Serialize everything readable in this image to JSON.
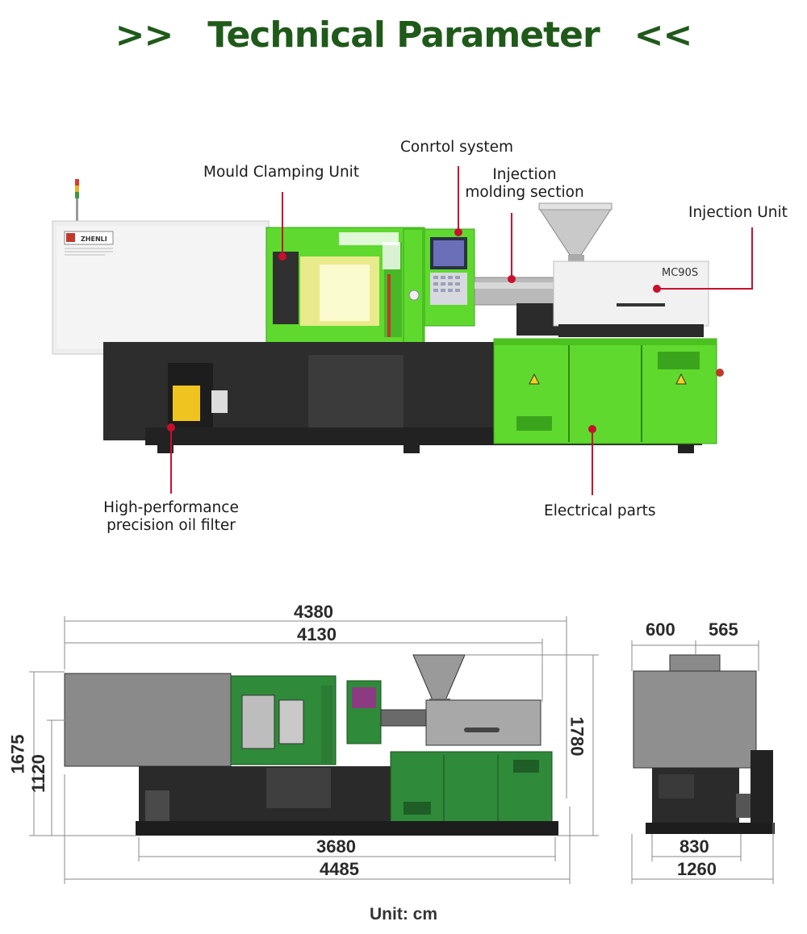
{
  "header": {
    "title": ">>   Technical Parameter   <<"
  },
  "photo": {
    "brand": "ZHENLI",
    "model": "MC90S",
    "callouts": {
      "mould_clamping": "Mould Clamping Unit",
      "control_system": "Conrtol system",
      "injection_molding_line1": "Injection",
      "injection_molding_line2": "molding section",
      "injection_unit": "Injection Unit",
      "oil_filter_line1": "High-performance",
      "oil_filter_line2": "precision oil filter",
      "electrical": "Electrical parts"
    }
  },
  "dimensions": {
    "top_overall": "4380",
    "top_inner": "4130",
    "bottom_inner": "3680",
    "bottom_overall": "4485",
    "left_outer": "1675",
    "left_inner": "1120",
    "right_height": "1780",
    "side_left": "600",
    "side_right": "565",
    "side_bottom_inner": "830",
    "side_bottom_outer": "1260"
  },
  "footer": {
    "unit": "Unit: cm"
  },
  "colors": {
    "title": "#1f5a1a",
    "machine_green": "#5fd92e",
    "drawing_green": "#2f8a3a",
    "callout_red": "#c8102e"
  }
}
